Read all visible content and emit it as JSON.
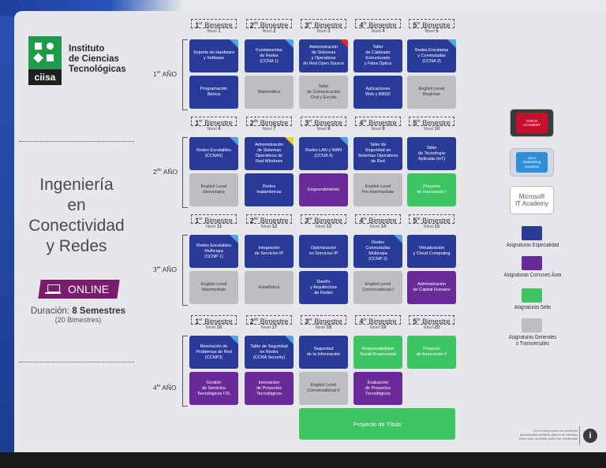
{
  "institution": {
    "logo_text": "ciisa",
    "name_lines": [
      "Instituto",
      "de Ciencias",
      "Tecnológicas"
    ]
  },
  "career": {
    "title_lines": [
      "Ingeniería",
      "en",
      "Conectividad",
      "y Redes"
    ],
    "modality": "ONLINE",
    "duration_label": "Duración:",
    "duration_value": "8 Semestres",
    "duration_sub": "(20 Bimestres)"
  },
  "years": [
    {
      "num": "1",
      "suf": "er",
      "label": "AÑO"
    },
    {
      "num": "2",
      "suf": "do",
      "label": "AÑO"
    },
    {
      "num": "3",
      "suf": "er",
      "label": "AÑO"
    },
    {
      "num": "4",
      "suf": "to",
      "label": "AÑO"
    }
  ],
  "bimestre_word": "Bimestre",
  "nivel_word": "Nivel",
  "bimestres": [
    [
      {
        "n": "1",
        "s": "er",
        "nivel": "1"
      },
      {
        "n": "2",
        "s": "do",
        "nivel": "2"
      },
      {
        "n": "3",
        "s": "er",
        "nivel": "3"
      },
      {
        "n": "4",
        "s": "to",
        "nivel": "4"
      },
      {
        "n": "5",
        "s": "to",
        "nivel": "5"
      }
    ],
    [
      {
        "n": "1",
        "s": "er",
        "nivel": "6"
      },
      {
        "n": "2",
        "s": "do",
        "nivel": "7"
      },
      {
        "n": "3",
        "s": "er",
        "nivel": "8"
      },
      {
        "n": "4",
        "s": "to",
        "nivel": "9"
      },
      {
        "n": "5",
        "s": "to",
        "nivel": "10"
      }
    ],
    [
      {
        "n": "1",
        "s": "er",
        "nivel": "11"
      },
      {
        "n": "2",
        "s": "do",
        "nivel": "12"
      },
      {
        "n": "3",
        "s": "er",
        "nivel": "13"
      },
      {
        "n": "4",
        "s": "to",
        "nivel": "14"
      },
      {
        "n": "5",
        "s": "to",
        "nivel": "15"
      }
    ],
    [
      {
        "n": "1",
        "s": "er",
        "nivel": "16"
      },
      {
        "n": "2",
        "s": "do",
        "nivel": "17"
      },
      {
        "n": "3",
        "s": "er",
        "nivel": "18"
      },
      {
        "n": "4",
        "s": "to",
        "nivel": "19"
      },
      {
        "n": "5",
        "s": "to",
        "nivel": "20"
      }
    ]
  ],
  "courses": [
    [
      [
        {
          "t": "Soporte de Hardware\ny Software",
          "c": "blue",
          "tag": "blue"
        },
        {
          "t": "Programación\nBásica",
          "c": "blue"
        }
      ],
      [
        {
          "t": "Fundamentos\nde Redes\n(CCNA 1)",
          "c": "blue",
          "tag": "blue"
        },
        {
          "t": "Matemática",
          "c": "gray"
        }
      ],
      [
        {
          "t": "Administración\nde Sistemas\ny Operativos\nde Red Open Source",
          "c": "blue",
          "tag": "red"
        },
        {
          "t": "Taller\nde Comunicación\nOral y Escrita",
          "c": "gray"
        }
      ],
      [
        {
          "t": "Taller\nde Cableado\nEstructurado\ny Fibra Óptica",
          "c": "blue"
        },
        {
          "t": "Aplicaciones\nWeb y BBDD",
          "c": "blue"
        }
      ],
      [
        {
          "t": "Redes Enrutadas\ny Conmutadas\n(CCNA 2)",
          "c": "blue",
          "tag": "blue"
        },
        {
          "t": "English Level\nBeginner",
          "c": "gray"
        }
      ]
    ],
    [
      [
        {
          "t": "Redes Escalables\n(CCNA3)",
          "c": "blue",
          "tag": "blue"
        },
        {
          "t": "English Level\nElementary",
          "c": "gray"
        }
      ],
      [
        {
          "t": "Administración\nde Sistemas\nOperativos de\nRed Windows",
          "c": "blue",
          "tag": "yellow"
        },
        {
          "t": "Redes\nInalámbricas",
          "c": "blue"
        }
      ],
      [
        {
          "t": "Redes LAN y WAN\n(CCNA 4)",
          "c": "blue",
          "tag": "blue"
        },
        {
          "t": "Emprendimiento",
          "c": "purple"
        }
      ],
      [
        {
          "t": "Taller de\nSeguridad en\nSistemas Operativos\nde Red",
          "c": "blue"
        },
        {
          "t": "English Level\nPre-Intermediate",
          "c": "gray"
        }
      ],
      [
        {
          "t": "Taller\nde Tecnología\nAplicada (IoT)",
          "c": "blue"
        },
        {
          "t": "Proyecto\nde Innovación I",
          "c": "green"
        }
      ]
    ],
    [
      [
        {
          "t": "Redes Escalables\nMulticapa\n(CCNP 1)",
          "c": "blue",
          "tag": "blue"
        },
        {
          "t": "English Level\nIntermediate",
          "c": "gray"
        }
      ],
      [
        {
          "t": "Integración\nde Servicios IP",
          "c": "blue"
        },
        {
          "t": "Estadística",
          "c": "gray"
        }
      ],
      [
        {
          "t": "Optimización\nen Servicios IP",
          "c": "blue"
        },
        {
          "t": "Diseño\ny Arquitectura\nde Redes",
          "c": "blue"
        }
      ],
      [
        {
          "t": "Redes\nConmutadas\nMulticapa\n(CCNP 2)",
          "c": "blue",
          "tag": "blue"
        },
        {
          "t": "English Level\nConversational I",
          "c": "gray"
        }
      ],
      [
        {
          "t": "Virtualización\ny Cloud Computing",
          "c": "blue"
        },
        {
          "t": "Administración\nde Capital Humano",
          "c": "purple"
        }
      ]
    ],
    [
      [
        {
          "t": "Resolución de\nProblemas de Red\n(CCNP3)",
          "c": "blue",
          "tag": "blue"
        },
        {
          "t": "Gestión\nde Servicios\nTecnológicos ITIL",
          "c": "purple"
        }
      ],
      [
        {
          "t": "Taller de Seguridad\nen Redes\n(CCNA Security)",
          "c": "blue",
          "tag": "blue"
        },
        {
          "t": "Innovación\nde Proyectos\nTecnológicos",
          "c": "purple"
        }
      ],
      [
        {
          "t": "Seguridad\nde la Información",
          "c": "blue"
        },
        {
          "t": "English Level\nConversational II",
          "c": "gray"
        }
      ],
      [
        {
          "t": "Responsabilidad\nSocial Empresarial",
          "c": "green"
        },
        {
          "t": "Evaluación\nde Proyectos\nTecnológicos",
          "c": "purple"
        }
      ],
      [
        {
          "t": "Proyecto\nde Innovación II",
          "c": "green"
        },
        null
      ]
    ]
  ],
  "final_project": "Proyecto de Título",
  "badges": [
    {
      "label": "CISCO\nACADEMY",
      "color": "#c8102e"
    },
    {
      "label": "cisco\nNetworking\nAcademy",
      "color": "#2f8fd6"
    },
    {
      "label": "Microsoft\nIT Academy",
      "color": "#ffffff"
    }
  ],
  "legend": [
    {
      "label": "Asignaturas  Especialidad",
      "color": "#2a3a98"
    },
    {
      "label": "Asignaturas Comunes Área",
      "color": "#6a2a98"
    },
    {
      "label": "Asignaturas  Sello",
      "color": "#3cc463"
    },
    {
      "label": "Asignaturas Generales\no Transversales",
      "color": "#bdbec1"
    }
  ],
  "footnote": "En el compromiso de mantener\nactualizados nuestros planes de estudios\nesta malla curricular podrá ser modificada",
  "info_icon": "i"
}
